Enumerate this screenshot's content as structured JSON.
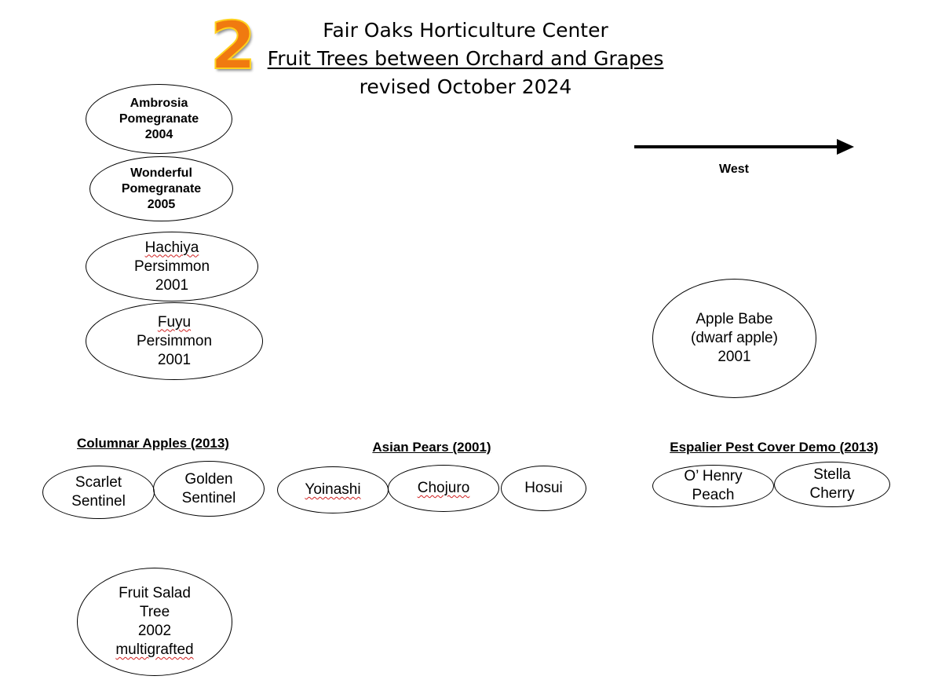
{
  "badge": "2",
  "title": {
    "line1": "Fair Oaks Horticulture Center",
    "line2": "Fruit Trees between Orchard and Grapes",
    "line3": "revised October 2024"
  },
  "direction": {
    "label": "West"
  },
  "trees": {
    "ambrosia": [
      "Ambrosia",
      "Pomegranate",
      "2004"
    ],
    "wonderful": [
      "Wonderful",
      "Pomegranate",
      "2005"
    ],
    "hachiya": [
      "Hachiya",
      "Persimmon",
      "2001"
    ],
    "fuyu": [
      "Fuyu",
      "Persimmon",
      "2001"
    ],
    "apple_babe": [
      "Apple Babe",
      "(dwarf apple)",
      "2001"
    ],
    "scarlet": [
      "Scarlet",
      "Sentinel"
    ],
    "golden": [
      "Golden",
      "Sentinel"
    ],
    "yoinashi": [
      "Yoinashi"
    ],
    "chojuro": [
      "Chojuro"
    ],
    "hosui": [
      "Hosui"
    ],
    "oheny": [
      "O’ Henry",
      "Peach"
    ],
    "stella": [
      "Stella",
      "Cherry"
    ],
    "fruit_salad": [
      "Fruit Salad",
      "Tree",
      "2002",
      "multigrafted"
    ]
  },
  "groups": {
    "columnar": "Columnar Apples (2013)",
    "asian_pears": "Asian Pears (2001)",
    "espalier": "Espalier Pest Cover Demo (2013)"
  }
}
